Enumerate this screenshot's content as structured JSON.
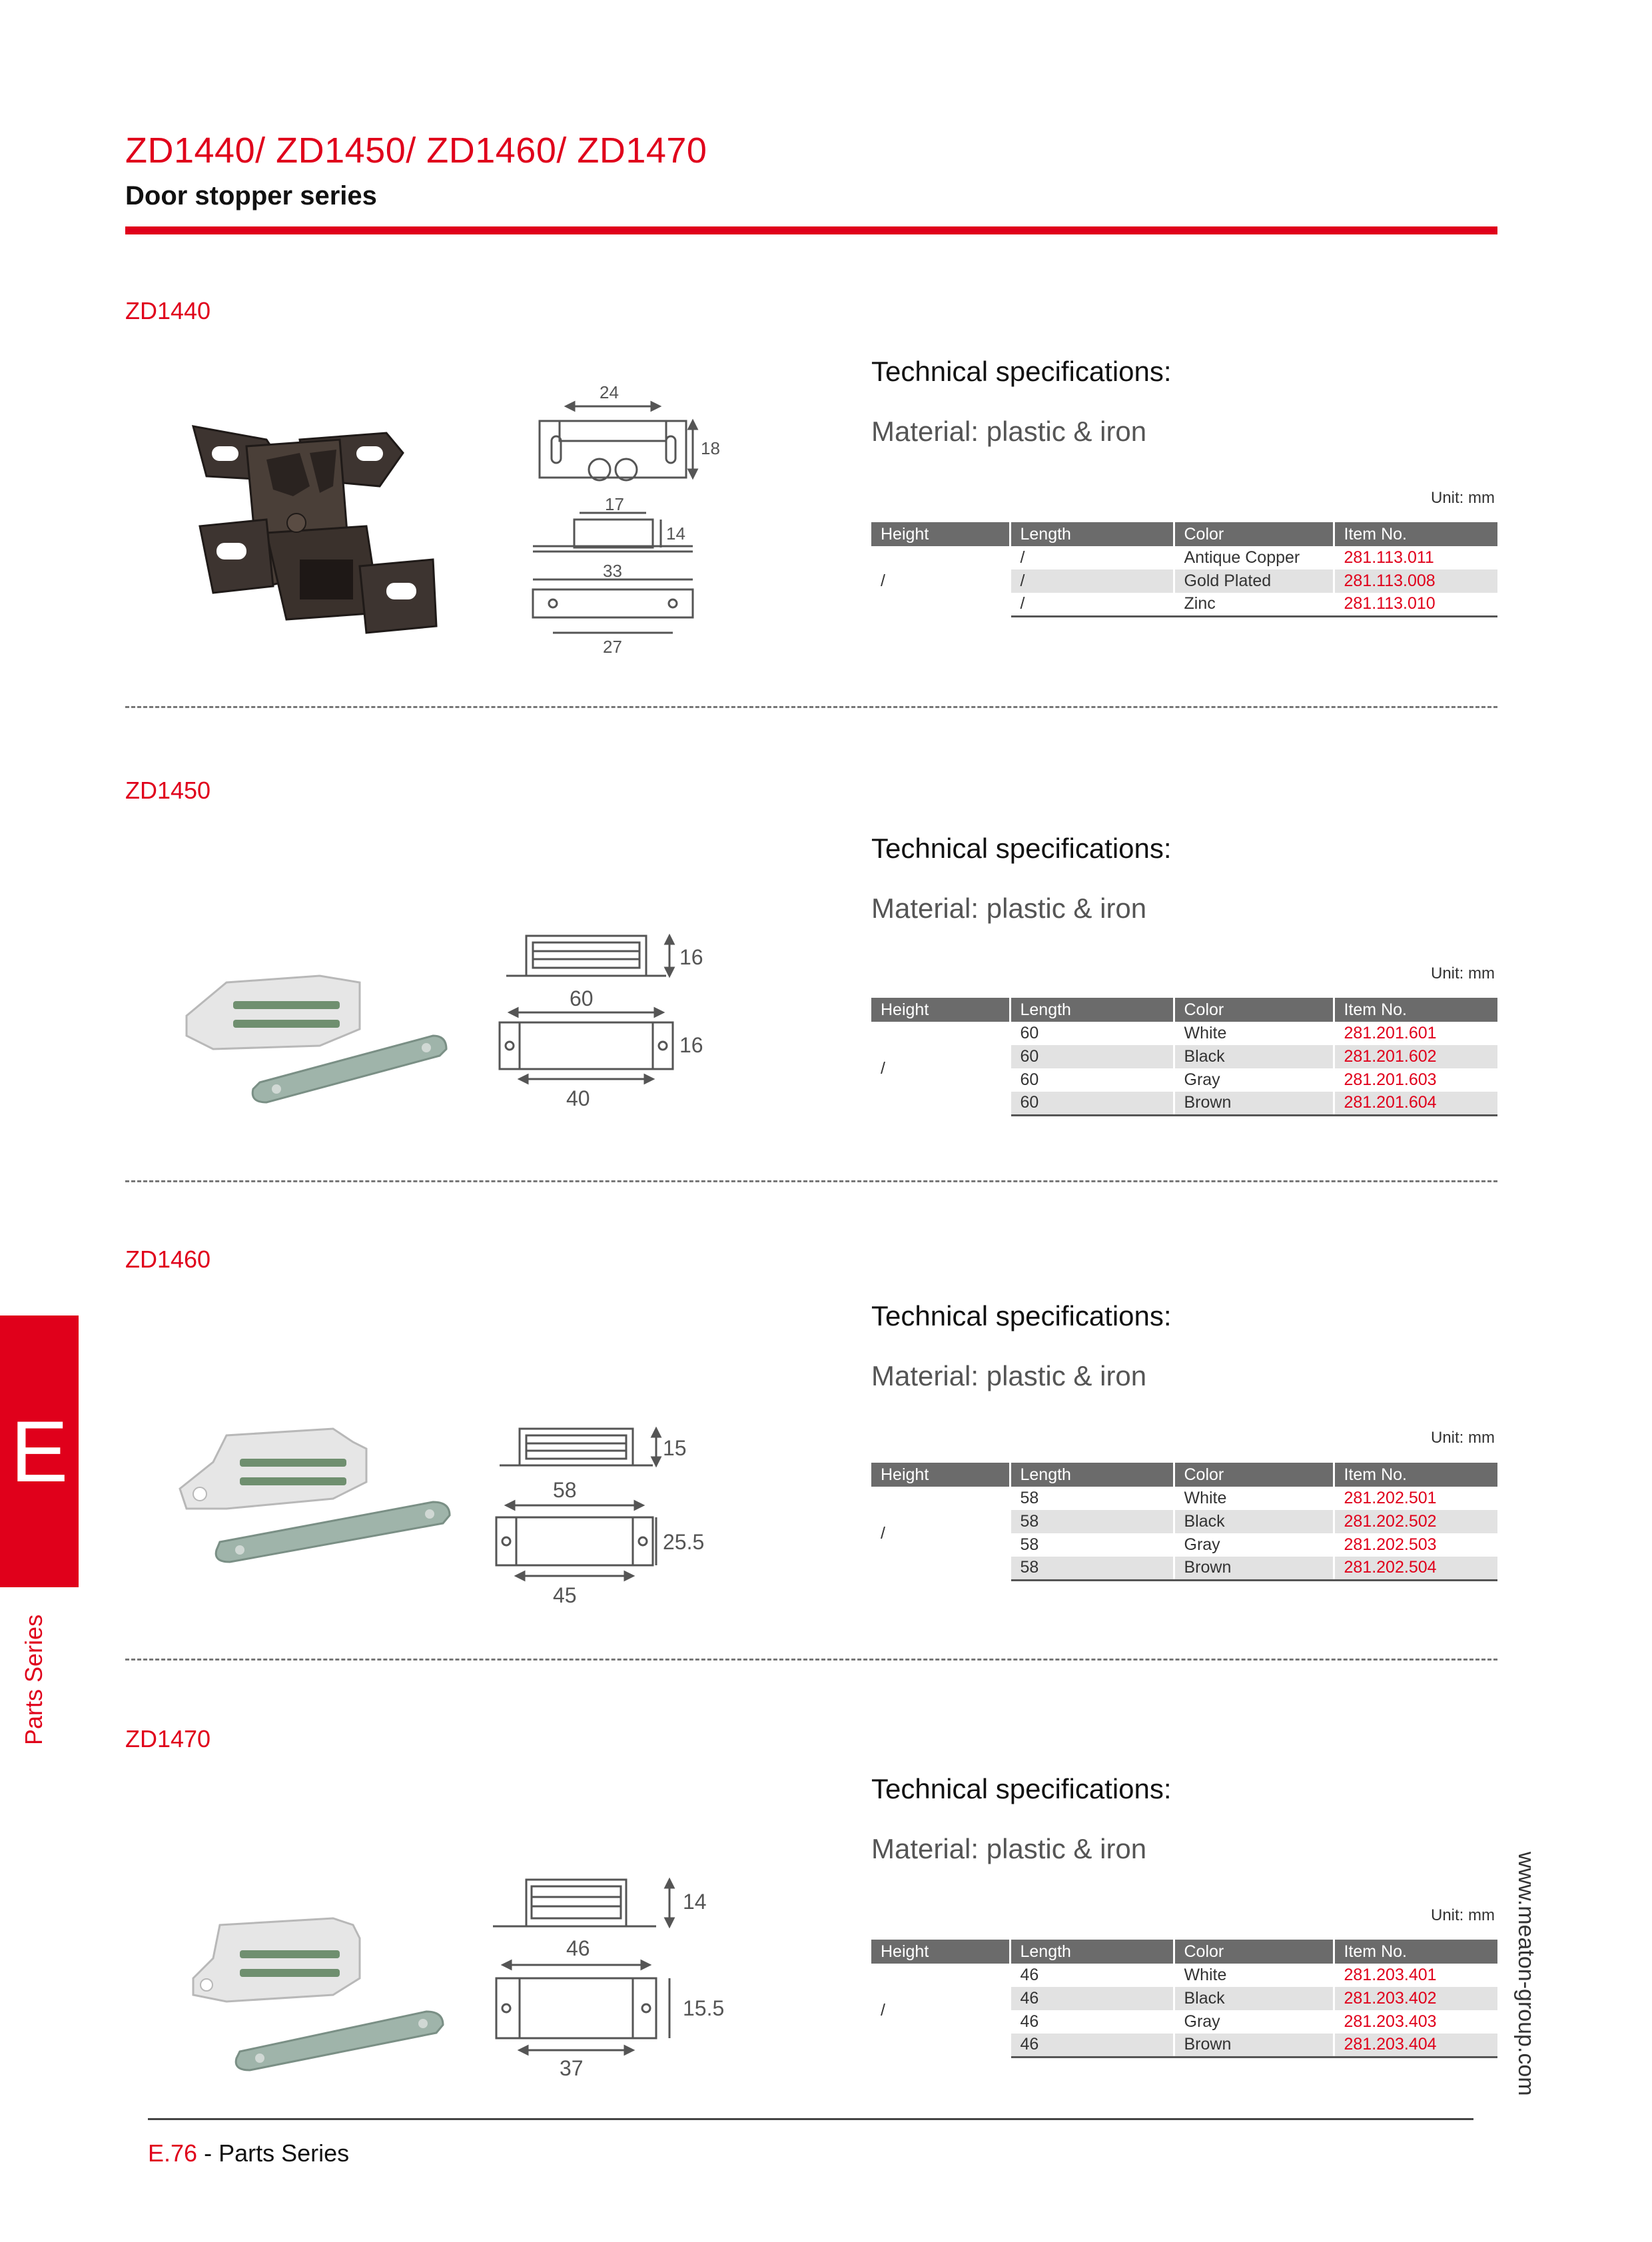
{
  "header": {
    "title": "ZD1440/ ZD1450/ ZD1460/ ZD1470",
    "subtitle": "Door stopper series"
  },
  "side_tab": {
    "letter": "E",
    "caption": "Parts Series"
  },
  "website": "www.meaton-group.com",
  "footer": {
    "page": "E.76",
    "separator": " - ",
    "label": "Parts Series"
  },
  "colors": {
    "accent": "#e0001b",
    "table_header": "#6b6b6b",
    "row_alt": "#e2e2e2"
  },
  "table_headers": [
    "Height",
    "Length",
    "Color",
    "Item No."
  ],
  "sections": [
    {
      "code": "ZD1440",
      "spec_title": "Technical specifications:",
      "material": "Material: plastic & iron",
      "unit": "Unit: mm",
      "height": "/",
      "dims": [
        "24",
        "18",
        "17",
        "14",
        "33",
        "27"
      ],
      "rows": [
        {
          "length": "/",
          "color": "Antique Copper",
          "item": "281.113.011"
        },
        {
          "length": "/",
          "color": "Gold Plated",
          "item": "281.113.008"
        },
        {
          "length": "/",
          "color": "Zinc",
          "item": "281.113.010"
        }
      ]
    },
    {
      "code": "ZD1450",
      "spec_title": "Technical specifications:",
      "material": "Material: plastic & iron",
      "unit": "Unit: mm",
      "height": "/",
      "dims": [
        "16",
        "60",
        "16",
        "40"
      ],
      "rows": [
        {
          "length": "60",
          "color": "White",
          "item": "281.201.601"
        },
        {
          "length": "60",
          "color": "Black",
          "item": "281.201.602"
        },
        {
          "length": "60",
          "color": "Gray",
          "item": "281.201.603"
        },
        {
          "length": "60",
          "color": "Brown",
          "item": "281.201.604"
        }
      ]
    },
    {
      "code": "ZD1460",
      "spec_title": "Technical specifications:",
      "material": "Material: plastic & iron",
      "unit": "Unit: mm",
      "height": "/",
      "dims": [
        "15",
        "58",
        "25.5",
        "45"
      ],
      "rows": [
        {
          "length": "58",
          "color": "White",
          "item": "281.202.501"
        },
        {
          "length": "58",
          "color": "Black",
          "item": "281.202.502"
        },
        {
          "length": "58",
          "color": "Gray",
          "item": "281.202.503"
        },
        {
          "length": "58",
          "color": "Brown",
          "item": "281.202.504"
        }
      ]
    },
    {
      "code": "ZD1470",
      "spec_title": "Technical specifications:",
      "material": "Material: plastic & iron",
      "unit": "Unit: mm",
      "height": "/",
      "dims": [
        "14",
        "46",
        "15.5",
        "37"
      ],
      "rows": [
        {
          "length": "46",
          "color": "White",
          "item": "281.203.401"
        },
        {
          "length": "46",
          "color": "Black",
          "item": "281.203.402"
        },
        {
          "length": "46",
          "color": "Gray",
          "item": "281.203.403"
        },
        {
          "length": "46",
          "color": "Brown",
          "item": "281.203.404"
        }
      ]
    }
  ]
}
